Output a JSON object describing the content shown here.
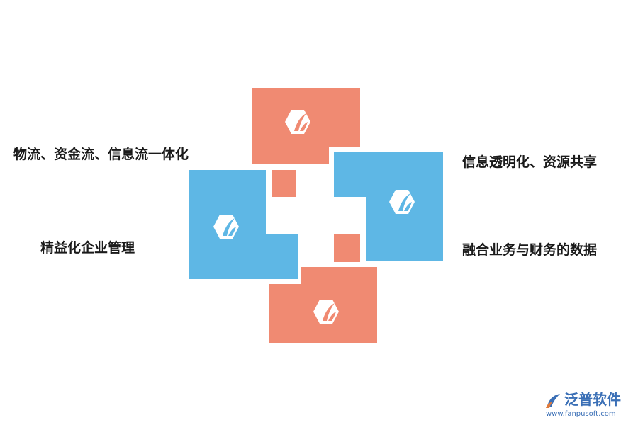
{
  "labels": {
    "top_left": "物流、资金流、信息流一体化",
    "bottom_left": "精益化企业管理",
    "top_right": "信息透明化、资源共享",
    "bottom_right": "融合业务与财务的数据"
  },
  "icons": {
    "tile_icon": "hexagon-leaf-icon"
  },
  "colors": {
    "salmon": "#F08A72",
    "blue": "#5EB7E5",
    "icon_fill": "#ffffff",
    "text": "#1a1a1a",
    "brand": "#3a6fb6"
  },
  "brand": {
    "name": "泛普软件",
    "url": "www.fanpusoft.com"
  }
}
